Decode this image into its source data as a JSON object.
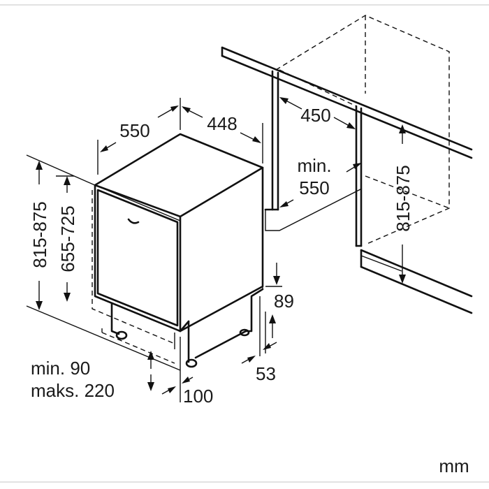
{
  "labels": {
    "width_550": "550",
    "depth_448": "448",
    "niche_depth_450": "450",
    "niche_width_min": "min.",
    "niche_width_550": "550",
    "height_left_outer": "815-875",
    "height_left_inner": "655-725",
    "height_right": "815-875",
    "plinth_89": "89",
    "plinth_53": "53",
    "plinth_min": "min. 90",
    "plinth_max": "maks. 220",
    "offset_100": "100",
    "unit": "mm"
  },
  "colors": {
    "line": "#111111",
    "frame": "#bbbbbb",
    "background": "#ffffff"
  }
}
